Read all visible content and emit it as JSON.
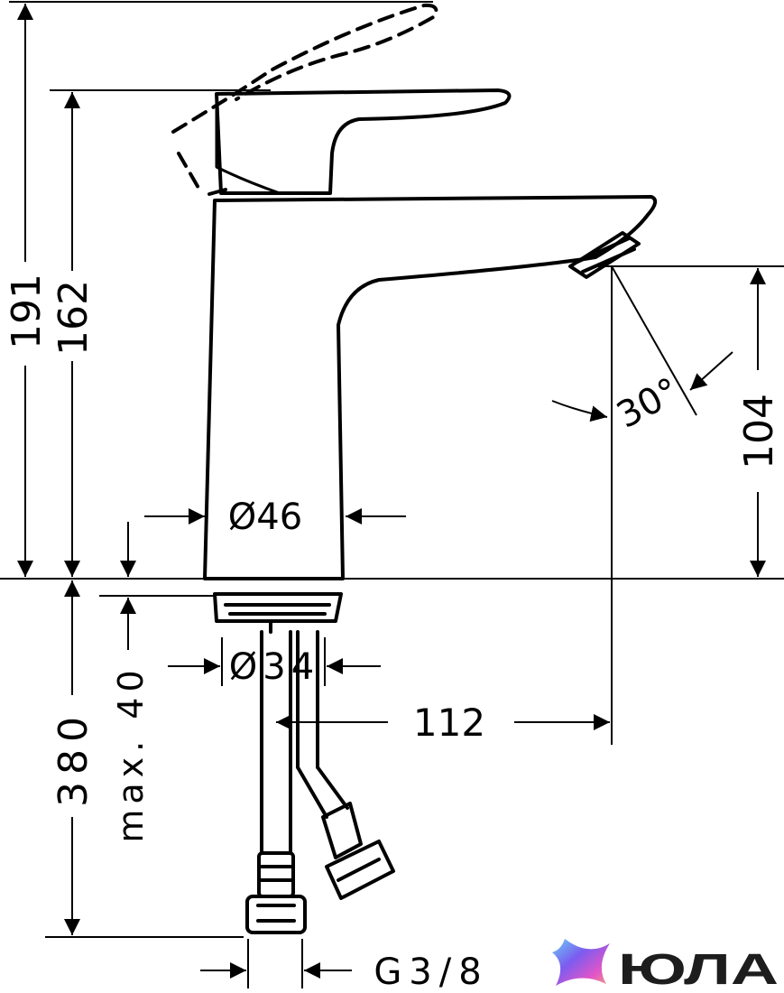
{
  "drawing": {
    "dimensions": {
      "total_height": "191",
      "body_height": "162",
      "spout_height": "104",
      "spout_angle": "30°",
      "body_diameter": "Ø46",
      "shank_diameter": "Ø34",
      "spout_reach": "112",
      "hose_length": "380",
      "max_counter_thickness": "max. 40",
      "connection_thread": "G3/8"
    }
  },
  "brand": {
    "logo_text": "ЮЛА",
    "logo_gradient": [
      "#6ad0f5",
      "#7b5cf0",
      "#e255c8",
      "#f0a07a"
    ]
  },
  "colors": {
    "line": "#000000",
    "background": "#ffffff"
  }
}
